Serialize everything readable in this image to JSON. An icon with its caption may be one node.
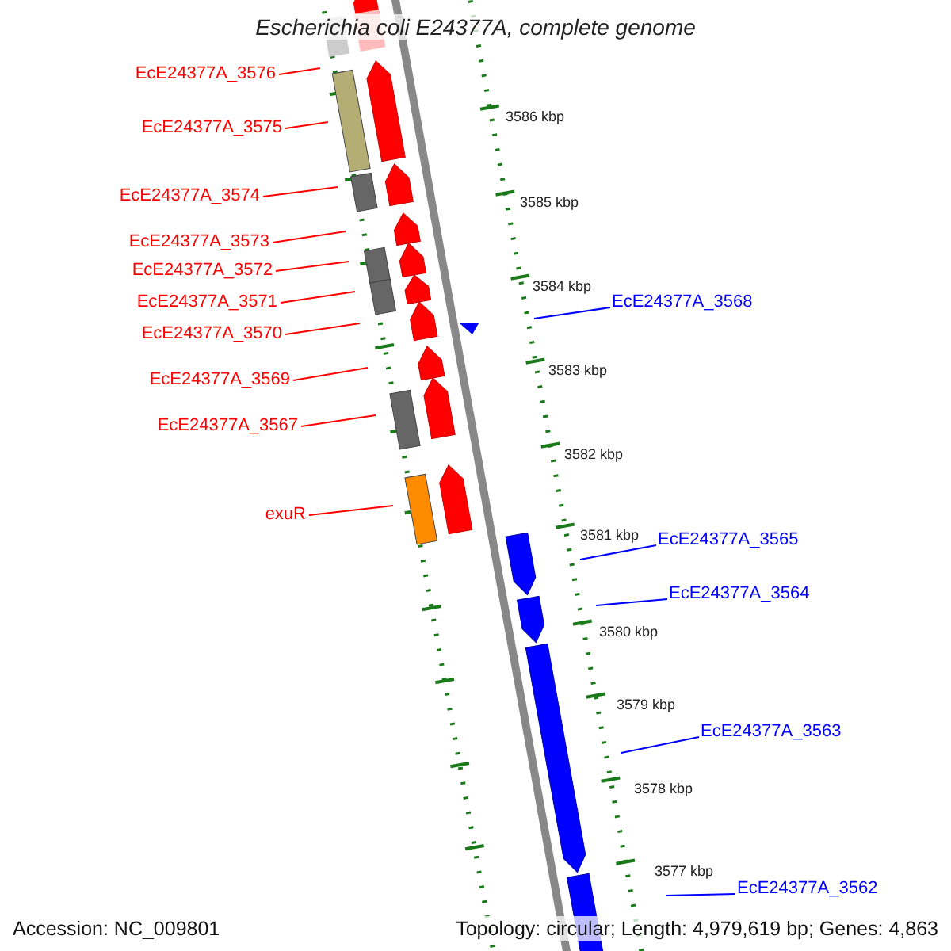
{
  "diagram": {
    "title": "Escherichia coli E24377A, complete genome",
    "nodes": [
      {
        "text": [
          "EcE24377A_3576"
        ]
      },
      {
        "text": [
          "EcE24377A_3575"
        ]
      },
      {
        "text": [
          "EcE24377A_3574"
        ]
      },
      {
        "text": [
          "EcE24377A_3573"
        ]
      },
      {
        "text": [
          "EcE24377A_3572"
        ]
      },
      {
        "text": [
          "EcE24377A_3571"
        ]
      },
      {
        "text": [
          "EcE24377A_3568"
        ]
      },
      {
        "text": [
          "EcE24377A_3570"
        ]
      },
      {
        "text": [
          "EcE24377A_3569"
        ]
      },
      {
        "text": [
          "EcE24377A_3567"
        ]
      },
      {
        "text": [
          "exuR"
        ]
      },
      {
        "text": [
          "EcE24377A_3565"
        ]
      },
      {
        "text": [
          "EcE24377A_3564"
        ]
      },
      {
        "text": [
          "EcE24377A_3563"
        ]
      },
      {
        "text": [
          "EcE24377A_3562"
        ]
      }
    ],
    "edges": [
      {
        "from": 0,
        "to": null,
        "arrow": "none"
      },
      {
        "from": 1,
        "to": null,
        "arrow": "none"
      },
      {
        "from": 2,
        "to": null,
        "arrow": "none"
      },
      {
        "from": 3,
        "to": null,
        "arrow": "none"
      },
      {
        "from": 4,
        "to": null,
        "arrow": "none"
      },
      {
        "from": 5,
        "to": null,
        "arrow": "none"
      },
      {
        "from": 6,
        "to": null,
        "arrow": "none",
        "color": "#0000ff"
      },
      {
        "from": 7,
        "to": null,
        "arrow": "none"
      },
      {
        "from": 8,
        "to": null,
        "arrow": "none"
      },
      {
        "from": 9,
        "to": null,
        "arrow": "none"
      },
      {
        "from": 10,
        "to": null,
        "arrow": "none"
      },
      {
        "from": 11,
        "to": null,
        "arrow": "none",
        "color": "#0000ff"
      },
      {
        "from": 12,
        "to": null,
        "arrow": "none",
        "color": "#0000ff"
      },
      {
        "from": 13,
        "to": null,
        "arrow": "none",
        "color": "#0000ff"
      },
      {
        "from": 14,
        "to": null,
        "arrow": "none",
        "color": "#0000ff"
      }
    ],
    "labels": [
      "3586 kbp",
      "3585 kbp",
      "3584 kbp",
      "3583 kbp",
      "3582 kbp",
      "3581 kbp",
      "3580 kbp",
      "3579 kbp",
      "3578 kbp",
      "3577 kbp",
      "Accession: NC_009801",
      "Topology: circular; Length: 4,979,619 bp; Genes: 4,863"
    ]
  }
}
